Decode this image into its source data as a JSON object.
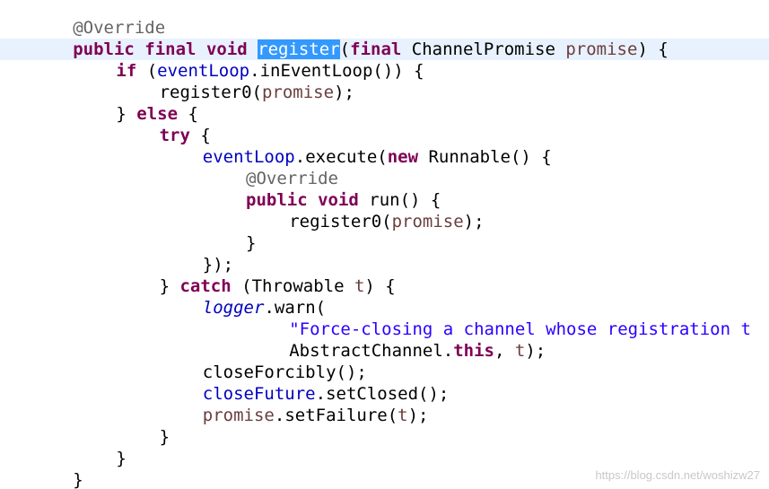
{
  "editor": {
    "colors": {
      "keyword": "#7f0055",
      "annotation": "#646464",
      "field": "#0000c0",
      "parameter": "#6a3e3e",
      "string": "#2a00ff",
      "selection": "#3399ff",
      "current_line": "#e8f2fe"
    },
    "lines": [
      {
        "indent": 4,
        "tokens": [
          {
            "t": "@Override",
            "c": "ann"
          }
        ]
      },
      {
        "indent": 4,
        "current": true,
        "tokens": [
          {
            "t": "public",
            "c": "kw"
          },
          {
            "t": " ",
            "c": "plain"
          },
          {
            "t": "final",
            "c": "kw"
          },
          {
            "t": " ",
            "c": "plain"
          },
          {
            "t": "void",
            "c": "kw"
          },
          {
            "t": " ",
            "c": "plain"
          },
          {
            "t": "register",
            "c": "sel"
          },
          {
            "t": "(",
            "c": "plain"
          },
          {
            "t": "final",
            "c": "kw"
          },
          {
            "t": " ChannelPromise ",
            "c": "plain"
          },
          {
            "t": "promise",
            "c": "param"
          },
          {
            "t": ") {",
            "c": "plain"
          }
        ]
      },
      {
        "indent": 8,
        "tokens": [
          {
            "t": "if",
            "c": "kw"
          },
          {
            "t": " (",
            "c": "plain"
          },
          {
            "t": "eventLoop",
            "c": "fld"
          },
          {
            "t": ".inEventLoop()) {",
            "c": "plain"
          }
        ]
      },
      {
        "indent": 12,
        "tokens": [
          {
            "t": "register0(",
            "c": "plain"
          },
          {
            "t": "promise",
            "c": "param"
          },
          {
            "t": ");",
            "c": "plain"
          }
        ]
      },
      {
        "indent": 8,
        "tokens": [
          {
            "t": "} ",
            "c": "plain"
          },
          {
            "t": "else",
            "c": "kw"
          },
          {
            "t": " {",
            "c": "plain"
          }
        ]
      },
      {
        "indent": 12,
        "tokens": [
          {
            "t": "try",
            "c": "kw"
          },
          {
            "t": " {",
            "c": "plain"
          }
        ]
      },
      {
        "indent": 16,
        "tokens": [
          {
            "t": "eventLoop",
            "c": "fld"
          },
          {
            "t": ".execute(",
            "c": "plain"
          },
          {
            "t": "new",
            "c": "kw"
          },
          {
            "t": " Runnable() {",
            "c": "plain"
          }
        ]
      },
      {
        "indent": 20,
        "tokens": [
          {
            "t": "@Override",
            "c": "ann"
          }
        ]
      },
      {
        "indent": 20,
        "tokens": [
          {
            "t": "public",
            "c": "kw"
          },
          {
            "t": " ",
            "c": "plain"
          },
          {
            "t": "void",
            "c": "kw"
          },
          {
            "t": " run() {",
            "c": "plain"
          }
        ]
      },
      {
        "indent": 24,
        "tokens": [
          {
            "t": "register0(",
            "c": "plain"
          },
          {
            "t": "promise",
            "c": "param"
          },
          {
            "t": ");",
            "c": "plain"
          }
        ]
      },
      {
        "indent": 20,
        "tokens": [
          {
            "t": "}",
            "c": "plain"
          }
        ]
      },
      {
        "indent": 16,
        "tokens": [
          {
            "t": "});",
            "c": "plain"
          }
        ]
      },
      {
        "indent": 12,
        "tokens": [
          {
            "t": "} ",
            "c": "plain"
          },
          {
            "t": "catch",
            "c": "kw"
          },
          {
            "t": " (Throwable ",
            "c": "plain"
          },
          {
            "t": "t",
            "c": "param"
          },
          {
            "t": ") {",
            "c": "plain"
          }
        ]
      },
      {
        "indent": 16,
        "tokens": [
          {
            "t": "logger",
            "c": "fld static"
          },
          {
            "t": ".warn(",
            "c": "plain"
          }
        ]
      },
      {
        "indent": 24,
        "tokens": [
          {
            "t": "\"Force-closing a channel whose registration t",
            "c": "str"
          }
        ]
      },
      {
        "indent": 24,
        "tokens": [
          {
            "t": "AbstractChannel.",
            "c": "plain"
          },
          {
            "t": "this",
            "c": "kw"
          },
          {
            "t": ", ",
            "c": "plain"
          },
          {
            "t": "t",
            "c": "param"
          },
          {
            "t": ");",
            "c": "plain"
          }
        ]
      },
      {
        "indent": 16,
        "tokens": [
          {
            "t": "closeForcibly();",
            "c": "plain"
          }
        ]
      },
      {
        "indent": 16,
        "tokens": [
          {
            "t": "closeFuture",
            "c": "fld"
          },
          {
            "t": ".setClosed();",
            "c": "plain"
          }
        ]
      },
      {
        "indent": 16,
        "tokens": [
          {
            "t": "promise",
            "c": "param"
          },
          {
            "t": ".setFailure(",
            "c": "plain"
          },
          {
            "t": "t",
            "c": "param"
          },
          {
            "t": ");",
            "c": "plain"
          }
        ]
      },
      {
        "indent": 12,
        "tokens": [
          {
            "t": "}",
            "c": "plain"
          }
        ]
      },
      {
        "indent": 8,
        "tokens": [
          {
            "t": "}",
            "c": "plain"
          }
        ]
      },
      {
        "indent": 4,
        "tokens": [
          {
            "t": "}",
            "c": "plain"
          }
        ]
      }
    ]
  },
  "watermark": "https://blog.csdn.net/woshizw27"
}
